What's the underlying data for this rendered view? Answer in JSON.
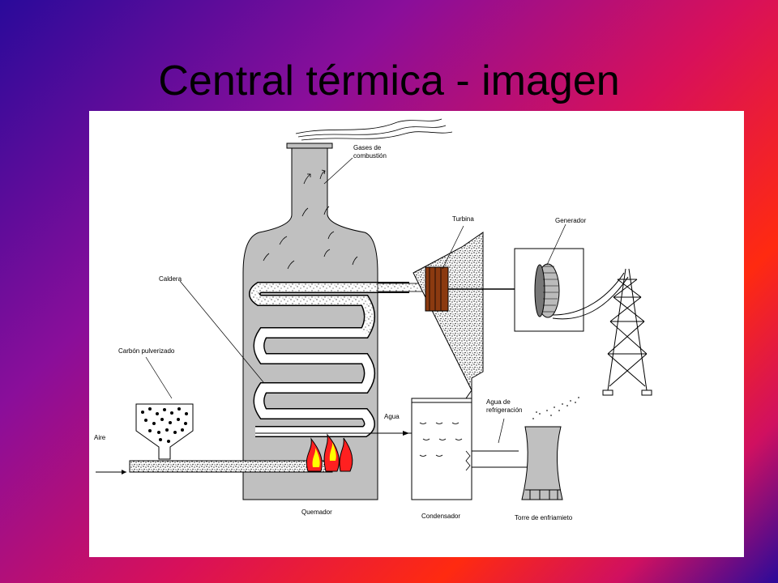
{
  "slide": {
    "title": "Central térmica - imagen"
  },
  "diagram": {
    "labels": {
      "gases_line1": "Gases de",
      "gases_line2": "combustión",
      "turbina": "Turbina",
      "generador": "Generador",
      "caldera": "Caldera",
      "carbon": "Carbón pulverizado",
      "aire": "Aire",
      "agua": "Agua",
      "agua_ref_line1": "Agua de",
      "agua_ref_line2": "refrigeración",
      "quemador": "Quemador",
      "condensador": "Condensador",
      "torre": "Torre de enfriamieto"
    },
    "colors": {
      "boiler_fill": "#c0c0c0",
      "flame_red": "#ff2020",
      "flame_yellow": "#ffff00",
      "turbine_brown": "#8b3a10",
      "speckle": "#555555"
    }
  }
}
